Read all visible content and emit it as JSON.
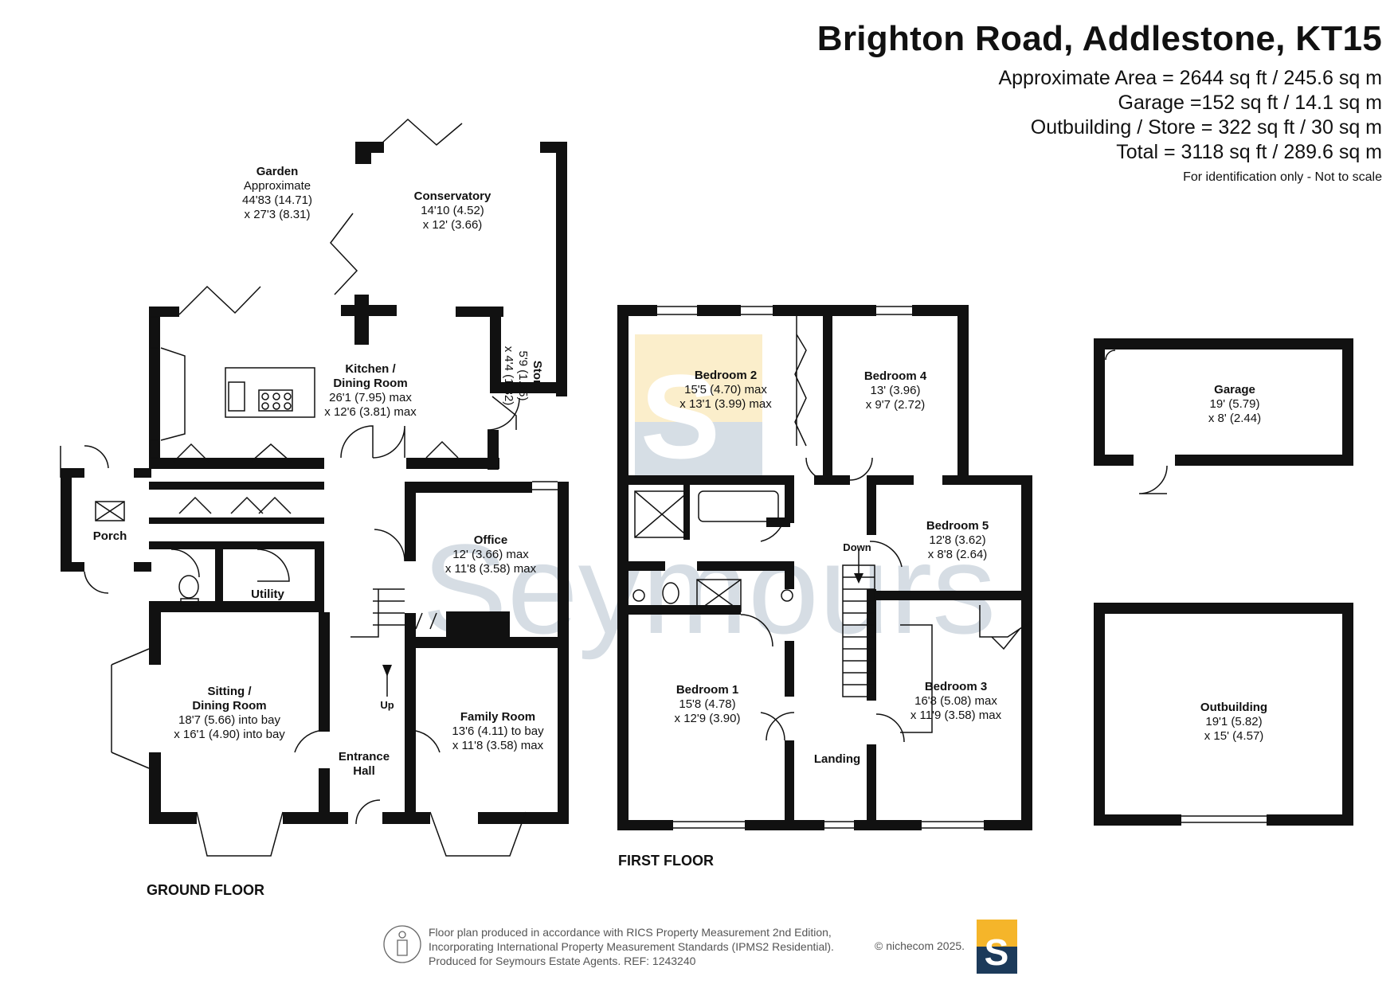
{
  "header": {
    "title": "Brighton Road, Addlestone, KT15",
    "lines": [
      "Approximate Area = 2644 sq ft / 245.6 sq m",
      "Garage =152 sq ft / 14.1 sq m",
      "Outbuilding / Store = 322 sq ft / 30 sq m",
      "Total = 3118 sq ft / 289.6 sq m"
    ],
    "note": "For identification only - Not to scale"
  },
  "floors": {
    "ground": "GROUND FLOOR",
    "first": "FIRST FLOOR"
  },
  "rooms": {
    "garden": {
      "name": "Garden",
      "dims": [
        "Approximate",
        "44'83 (14.71)",
        "x 27'3 (8.31)"
      ]
    },
    "conservatory": {
      "name": "Conservatory",
      "dims": [
        "14'10 (4.52)",
        "x 12' (3.66)"
      ]
    },
    "kitchen": {
      "name": "Kitchen /",
      "name2": "Dining Room",
      "dims": [
        "26'1 (7.95) max",
        "x 12'6 (3.81) max"
      ]
    },
    "store": {
      "name": "Store",
      "dims": [
        "5'9 (1.75)",
        "x 4'4 (1.32)"
      ]
    },
    "porch": {
      "name": "Porch"
    },
    "utility": {
      "name": "Utility"
    },
    "office": {
      "name": "Office",
      "dims": [
        "12' (3.66) max",
        "x 11'8 (3.58) max"
      ]
    },
    "sitting": {
      "name": "Sitting /",
      "name2": "Dining Room",
      "dims": [
        "18'7 (5.66) into bay",
        "x 16'1 (4.90) into bay"
      ]
    },
    "family": {
      "name": "Family Room",
      "dims": [
        "13'6 (4.11) to bay",
        "x 11'8 (3.58) max"
      ]
    },
    "hall": {
      "name": "Entrance",
      "name2": "Hall"
    },
    "up": "Up",
    "bedroom2": {
      "name": "Bedroom 2",
      "dims": [
        "15'5 (4.70) max",
        "x 13'1 (3.99) max"
      ]
    },
    "bedroom4": {
      "name": "Bedroom 4",
      "dims": [
        "13' (3.96)",
        "x 9'7 (2.72)"
      ]
    },
    "bedroom5": {
      "name": "Bedroom 5",
      "dims": [
        "12'8 (3.62)",
        "x 8'8 (2.64)"
      ]
    },
    "bedroom1": {
      "name": "Bedroom 1",
      "dims": [
        "15'8 (4.78)",
        "x 12'9 (3.90)"
      ]
    },
    "bedroom3": {
      "name": "Bedroom 3",
      "dims": [
        "16'8 (5.08) max",
        "x 11'9 (3.58) max"
      ]
    },
    "landing": {
      "name": "Landing"
    },
    "down": "Down",
    "garage": {
      "name": "Garage",
      "dims": [
        "19' (5.79)",
        "x 8' (2.44)"
      ]
    },
    "outbuilding": {
      "name": "Outbuilding",
      "dims": [
        "19'1 (5.82)",
        "x 15' (4.57)"
      ]
    }
  },
  "watermark": "Seymours",
  "footer": {
    "lines": [
      "Floor plan produced in accordance with RICS Property Measurement 2nd Edition,",
      "Incorporating International Property Measurement Standards (IPMS2 Residential).",
      "Produced for Seymours Estate Agents.   REF: 1243240"
    ],
    "credit": "© nichecom 2025.",
    "logo_letter": "S"
  },
  "colors": {
    "wall": "#111111",
    "watermark": "#cfd8e0",
    "logo_gold": "#f5b52a",
    "logo_navy": "#1c3a5a",
    "highlight": "#fbeecb"
  }
}
